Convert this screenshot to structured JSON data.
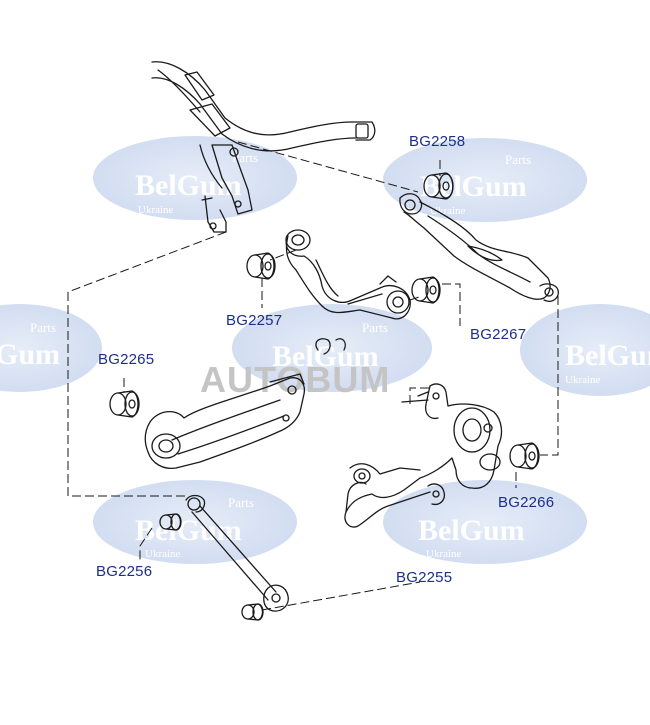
{
  "labels": {
    "bg2258": "BG2258",
    "bg2257": "BG2257",
    "bg2267": "BG2267",
    "bg2265": "BG2265",
    "bg2266": "BG2266",
    "bg2256": "BG2256",
    "bg2255": "BG2255"
  },
  "watermarks": {
    "brand": "BelGum",
    "brand_partial": "Gum",
    "parts": "Parts",
    "country": "Ukraine",
    "site": "AUTOBUM"
  },
  "colors": {
    "label_text": "#1c2f8a",
    "watermark_oval": "#dde6f5",
    "watermark_text": "#ffffff",
    "line_art": "#1a1a1a"
  }
}
